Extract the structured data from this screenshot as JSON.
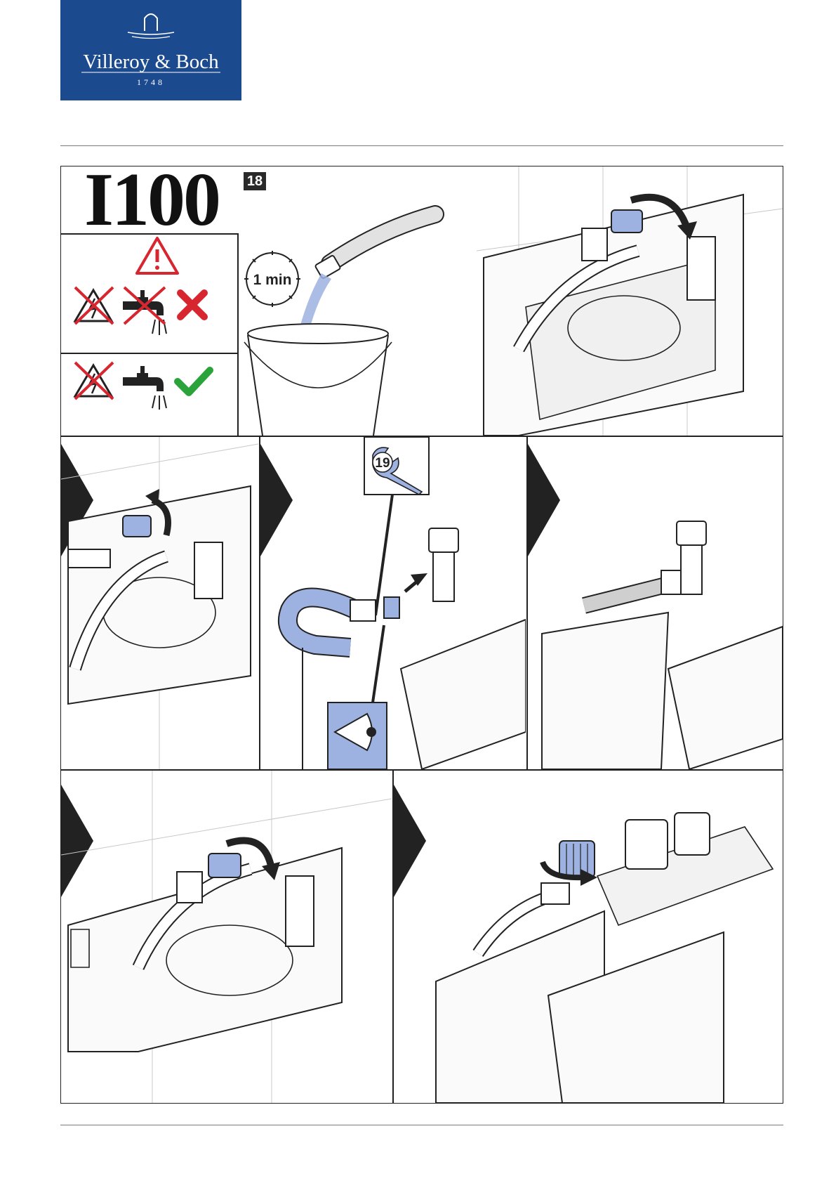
{
  "brand": {
    "name": "Villeroy & Boch",
    "year": "1748",
    "color": "#1c4a8f"
  },
  "header": {
    "model_code": "I100",
    "step_number": "18"
  },
  "panels": {
    "flush": {
      "timer_label": "1 min"
    },
    "disconnect": {
      "wrench_size": "19"
    }
  },
  "colors": {
    "highlight": "#9db2e0",
    "warning": "#d7262f",
    "ok": "#2aa33a",
    "line": "#222222"
  },
  "icons": {
    "warning": "warning-triangle-icon",
    "no_voltage": "no-electricity-icon",
    "no_tap": "no-water-tap-icon",
    "wrong": "red-cross-icon",
    "tap": "water-tap-icon",
    "correct": "green-check-icon",
    "eye": "inspect-eye-icon",
    "wrench": "wrench-icon"
  }
}
